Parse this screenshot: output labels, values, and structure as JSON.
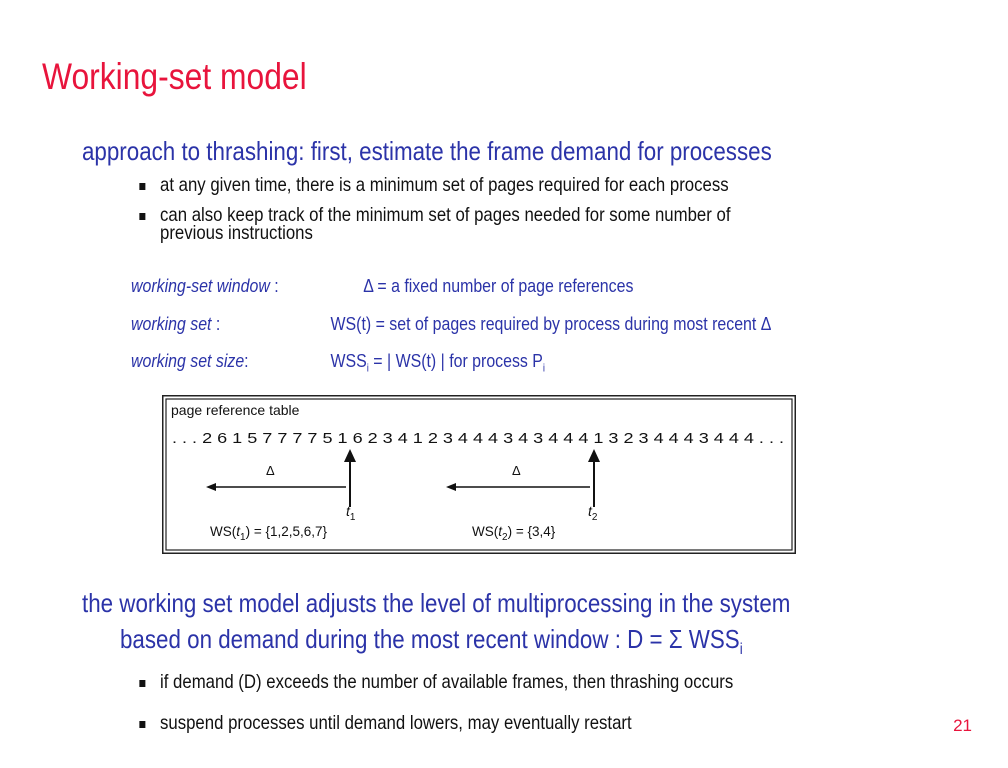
{
  "slide": {
    "title": "Working-set model",
    "page_number": "21",
    "accent_color": "#e8143c",
    "body_color": "#2b33a8"
  },
  "intro": {
    "heading": "approach to thrashing: first, estimate the frame demand for processes",
    "bullets": [
      "at any given time, there is a minimum set of pages required for each process",
      "can also keep track of the minimum set of pages needed for some number of",
      "previous instructions"
    ]
  },
  "definitions": [
    {
      "term": "working-set window",
      "sep": " :",
      "value": "Δ = a fixed number of page references"
    },
    {
      "term": "working set",
      "sep": " :",
      "value": "WS(t) = set of pages required by process during most recent Δ"
    },
    {
      "term": "working set size",
      "sep": ":",
      "value_a": "WSS",
      "value_sub": "i",
      "value_b": " = | WS(t) | for process P",
      "value_sub2": "i"
    }
  ],
  "figure": {
    "table_label": "page reference table",
    "sequence": ". . . 2 6 1 5 7 7 7 7 5 1 6 2 3 4 1 2 3 4 4 4 3 4 3 4 4 4 1 3 2 3 4 4 4 3 4 4 4 . . .",
    "delta": "Δ",
    "t_label": "t",
    "t1_sub": "1",
    "t2_sub": "2",
    "ws1_a": "WS(",
    "ws1_b": ") = {1,2,5,6,7}",
    "ws2_a": "WS(",
    "ws2_b": ") = {3,4}"
  },
  "conclusion": {
    "line1": "the working set model adjusts the level of multiprocessing in the system",
    "line2": "based on demand during the most recent window :  D = Σ WSS",
    "line2_sub": "i",
    "bullets": [
      "if demand (D) exceeds the number of available frames, then thrashing occurs",
      "suspend processes until demand lowers, may eventually restart"
    ]
  }
}
